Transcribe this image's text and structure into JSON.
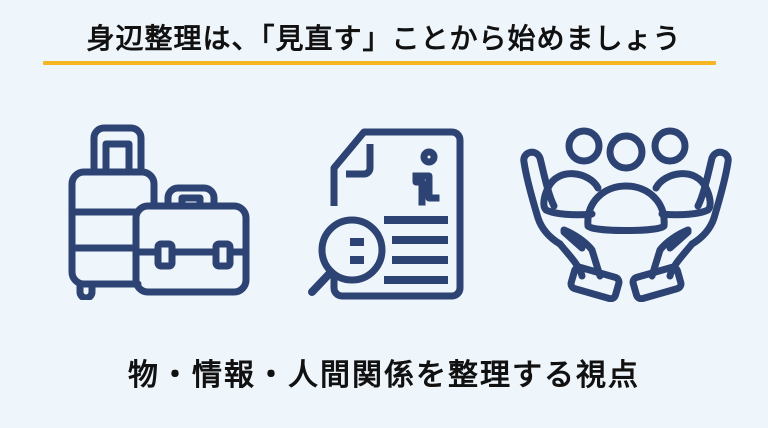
{
  "header": {
    "title": "身辺整理は、「見直す」ことから始めましょう",
    "underline_color": "#f5b623"
  },
  "icons": [
    {
      "name": "luggage-icon",
      "description": "suitcase and briefcase"
    },
    {
      "name": "document-search-icon",
      "description": "info document with magnifying glass"
    },
    {
      "name": "people-in-hands-icon",
      "description": "three people held in two hands"
    }
  ],
  "footer": {
    "subtitle": "物・情報・人間関係を整理する視点"
  },
  "colors": {
    "background": "#eff6fb",
    "icon_stroke": "#2d4373",
    "text": "#111111",
    "accent": "#f5b623"
  }
}
